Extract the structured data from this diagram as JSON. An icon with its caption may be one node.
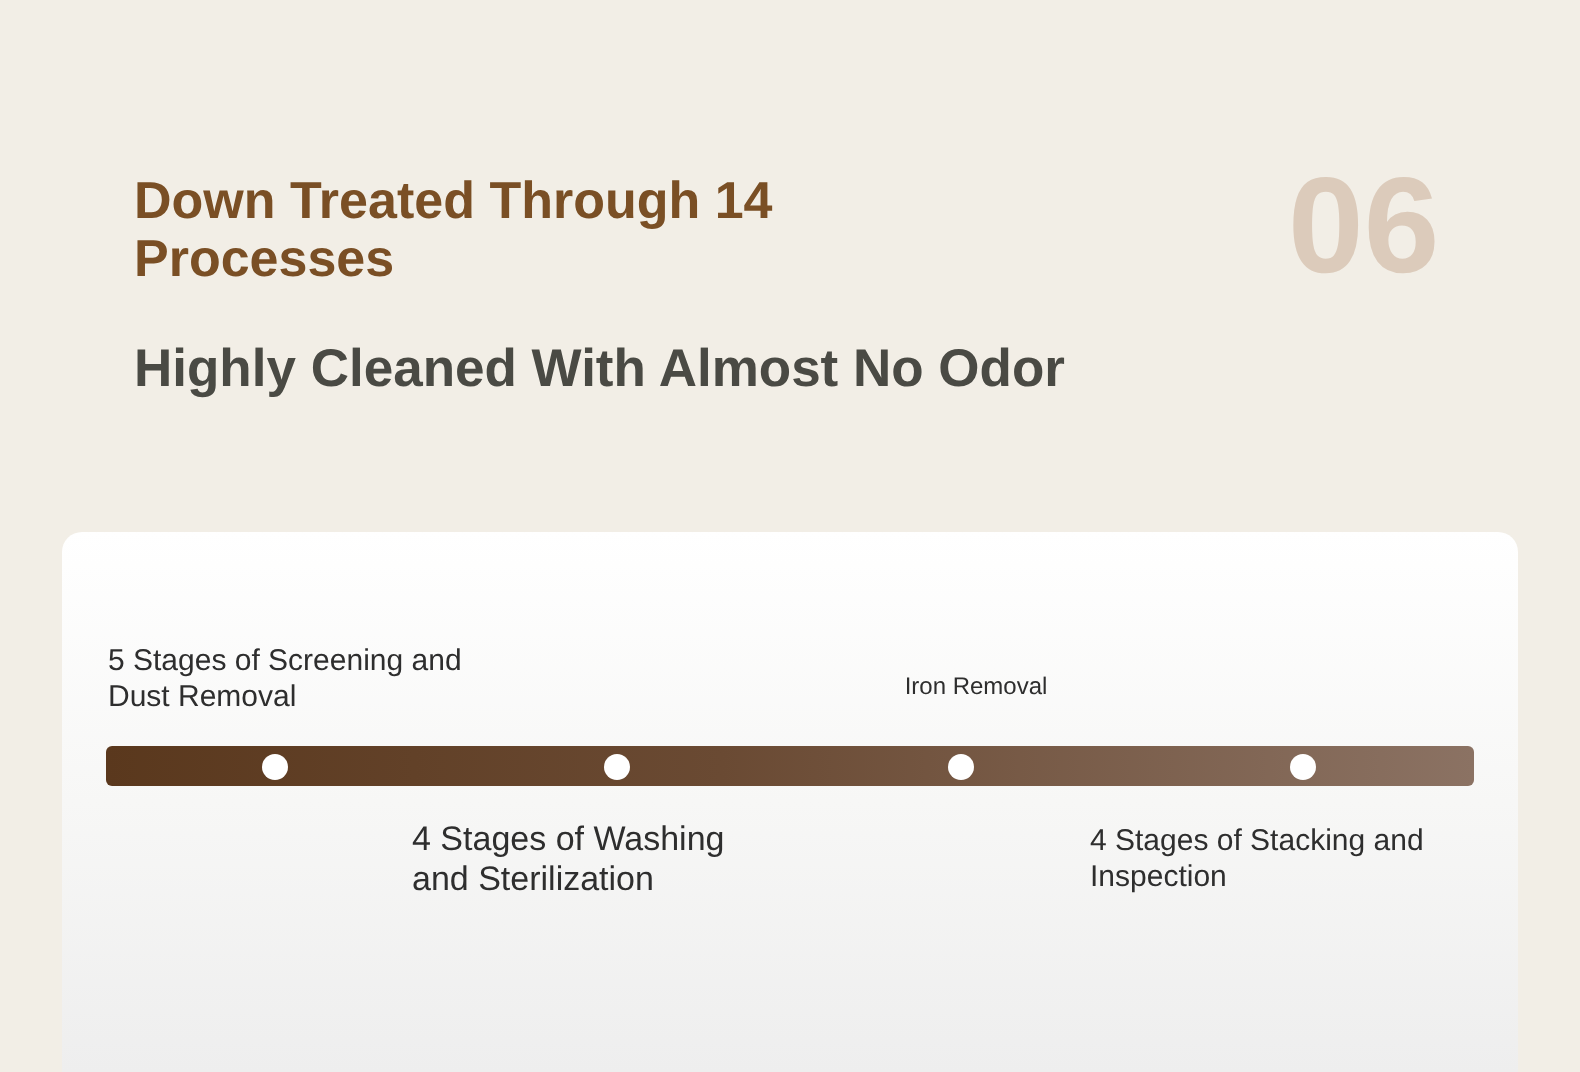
{
  "diagram": {
    "title": "Down Treated Through 14 Processes",
    "nodes": [
      {
        "text": [],
        "shape": "bar"
      },
      {
        "text": [],
        "shape": "circle",
        "in": 0,
        "beside": [
          "5 Stages of Screening and Dust Removal"
        ]
      },
      {
        "text": [],
        "shape": "circle",
        "in": 0,
        "beside": [
          "4 Stages of Washing and Sterilization"
        ]
      },
      {
        "text": [],
        "shape": "circle",
        "in": 0,
        "beside": [
          "Iron Removal"
        ]
      },
      {
        "text": [],
        "shape": "circle",
        "in": 0,
        "beside": [
          "4 Stages of Stacking and Inspection"
        ]
      }
    ],
    "labels": [
      "06",
      "Highly Cleaned With Almost No Odor"
    ]
  }
}
